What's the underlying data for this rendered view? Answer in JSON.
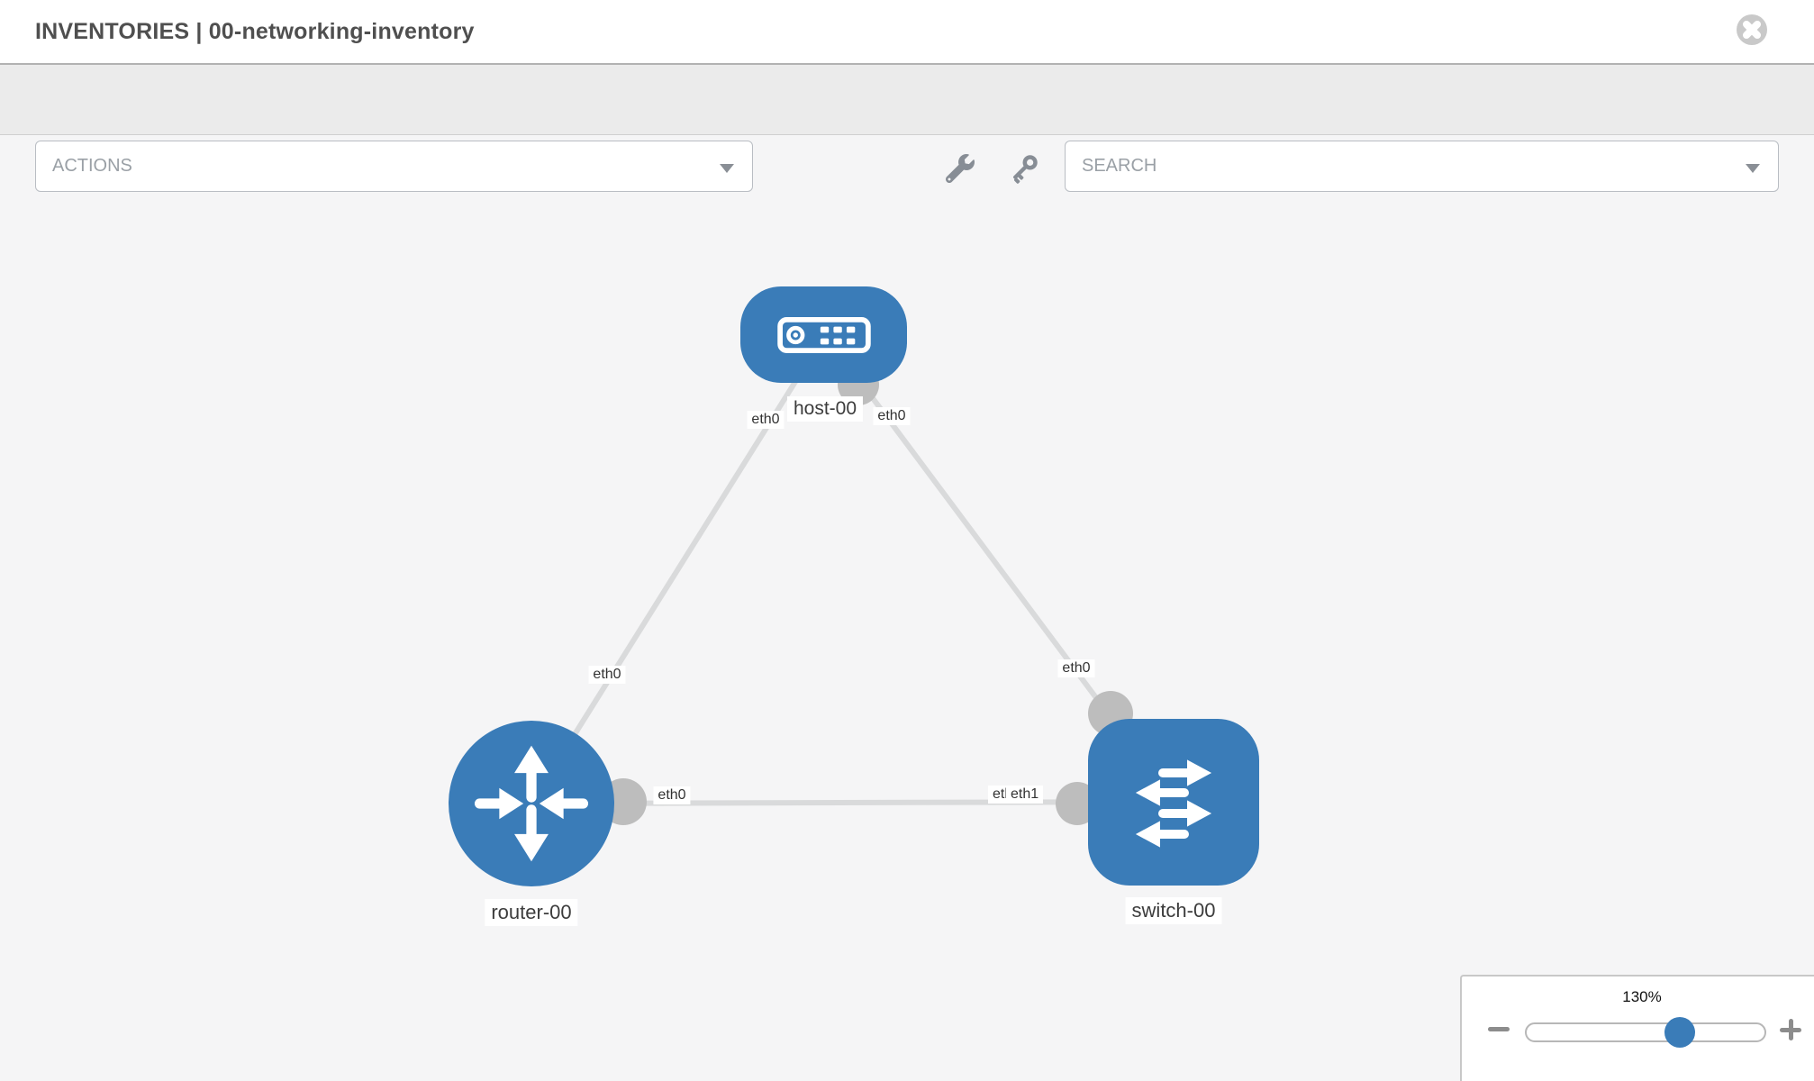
{
  "header": {
    "title": "INVENTORIES | 00-networking-inventory",
    "close_icon": "x-circle"
  },
  "toolbar": {
    "actions_placeholder": "ACTIONS",
    "search_placeholder": "SEARCH",
    "icons": [
      "wrench-icon",
      "key-icon"
    ]
  },
  "diagram": {
    "nodes": [
      {
        "id": "host-00",
        "type": "host",
        "label": "host-00"
      },
      {
        "id": "router-00",
        "type": "router",
        "label": "router-00"
      },
      {
        "id": "switch-00",
        "type": "switch",
        "label": "switch-00"
      }
    ],
    "edges": [
      {
        "from": "host-00",
        "from_iface": "eth0",
        "to": "router-00",
        "to_iface": "eth0"
      },
      {
        "from": "host-00",
        "from_iface": "eth0",
        "to": "switch-00",
        "to_iface": "eth0"
      },
      {
        "from": "router-00",
        "from_iface": "eth0",
        "to": "switch-00",
        "to_iface": "eth1"
      }
    ],
    "labels": {
      "host_name": "host-00",
      "router_name": "router-00",
      "switch_name": "switch-00",
      "host_left": "eth0",
      "host_right": "eth0",
      "router_top": "eth0",
      "router_right": "eth0",
      "switch_top": "eth0",
      "switch_left_back": "eth0",
      "switch_left_front": "eth1"
    }
  },
  "zoom_control": {
    "level": "130%",
    "minus_icon": "minus",
    "plus_icon": "plus"
  },
  "colors": {
    "node_blue": "#3a7cb8",
    "edge_gray": "#d9dadb",
    "connector_gray": "#bdbdbd",
    "toolbar_gray": "#ebebeb",
    "canvas_gray": "#f5f5f6"
  }
}
